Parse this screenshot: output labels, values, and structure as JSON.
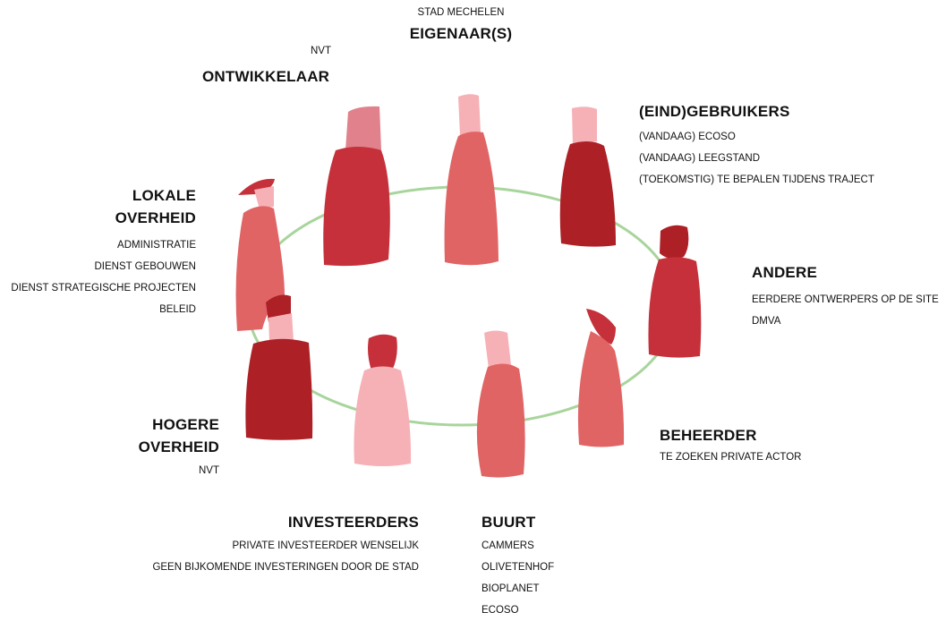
{
  "colors": {
    "ring": "#a8d59c",
    "dark_red": "#ac2026",
    "red": "#c5303a",
    "salmon": "#e16465",
    "pink": "#f6b1b7",
    "mauve": "#e0818b"
  },
  "groups": {
    "eigenaars": {
      "title": "EIGENAAR(S)",
      "items": [
        "STAD MECHELEN"
      ]
    },
    "ontwikkelaar": {
      "title": "ONTWIKKELAAR",
      "items": [
        "NVT"
      ]
    },
    "eindgebruikers": {
      "title": "(EIND)GEBRUIKERS",
      "items": [
        "(VANDAAG) ECOSO",
        "(VANDAAG) LEEGSTAND",
        "(TOEKOMSTIG) TE BEPALEN TIJDENS TRAJECT"
      ]
    },
    "lokale_overheid": {
      "title_lines": [
        "LOKALE",
        "OVERHEID"
      ],
      "items": [
        "ADMINISTRATIE",
        "DIENST GEBOUWEN",
        "DIENST STRATEGISCHE PROJECTEN",
        "BELEID"
      ]
    },
    "andere": {
      "title": "ANDERE",
      "items": [
        "EERDERE ONTWERPERS OP DE SITE",
        "DMVA"
      ]
    },
    "hogere_overheid": {
      "title_lines": [
        "HOGERE",
        "OVERHEID"
      ],
      "items": [
        "NVT"
      ]
    },
    "beheerder": {
      "title": "BEHEERDER",
      "items": [
        "TE ZOEKEN PRIVATE ACTOR"
      ]
    },
    "investeerders": {
      "title": "INVESTEERDERS",
      "items": [
        "PRIVATE INVESTEERDER WENSELIJK",
        "GEEN BIJKOMENDE INVESTERINGEN DOOR DE STAD"
      ]
    },
    "buurt": {
      "title": "BUURT",
      "items": [
        "CAMMERS",
        "OLIVETENHOF",
        "BIOPLANET",
        "ECOSO"
      ]
    }
  }
}
